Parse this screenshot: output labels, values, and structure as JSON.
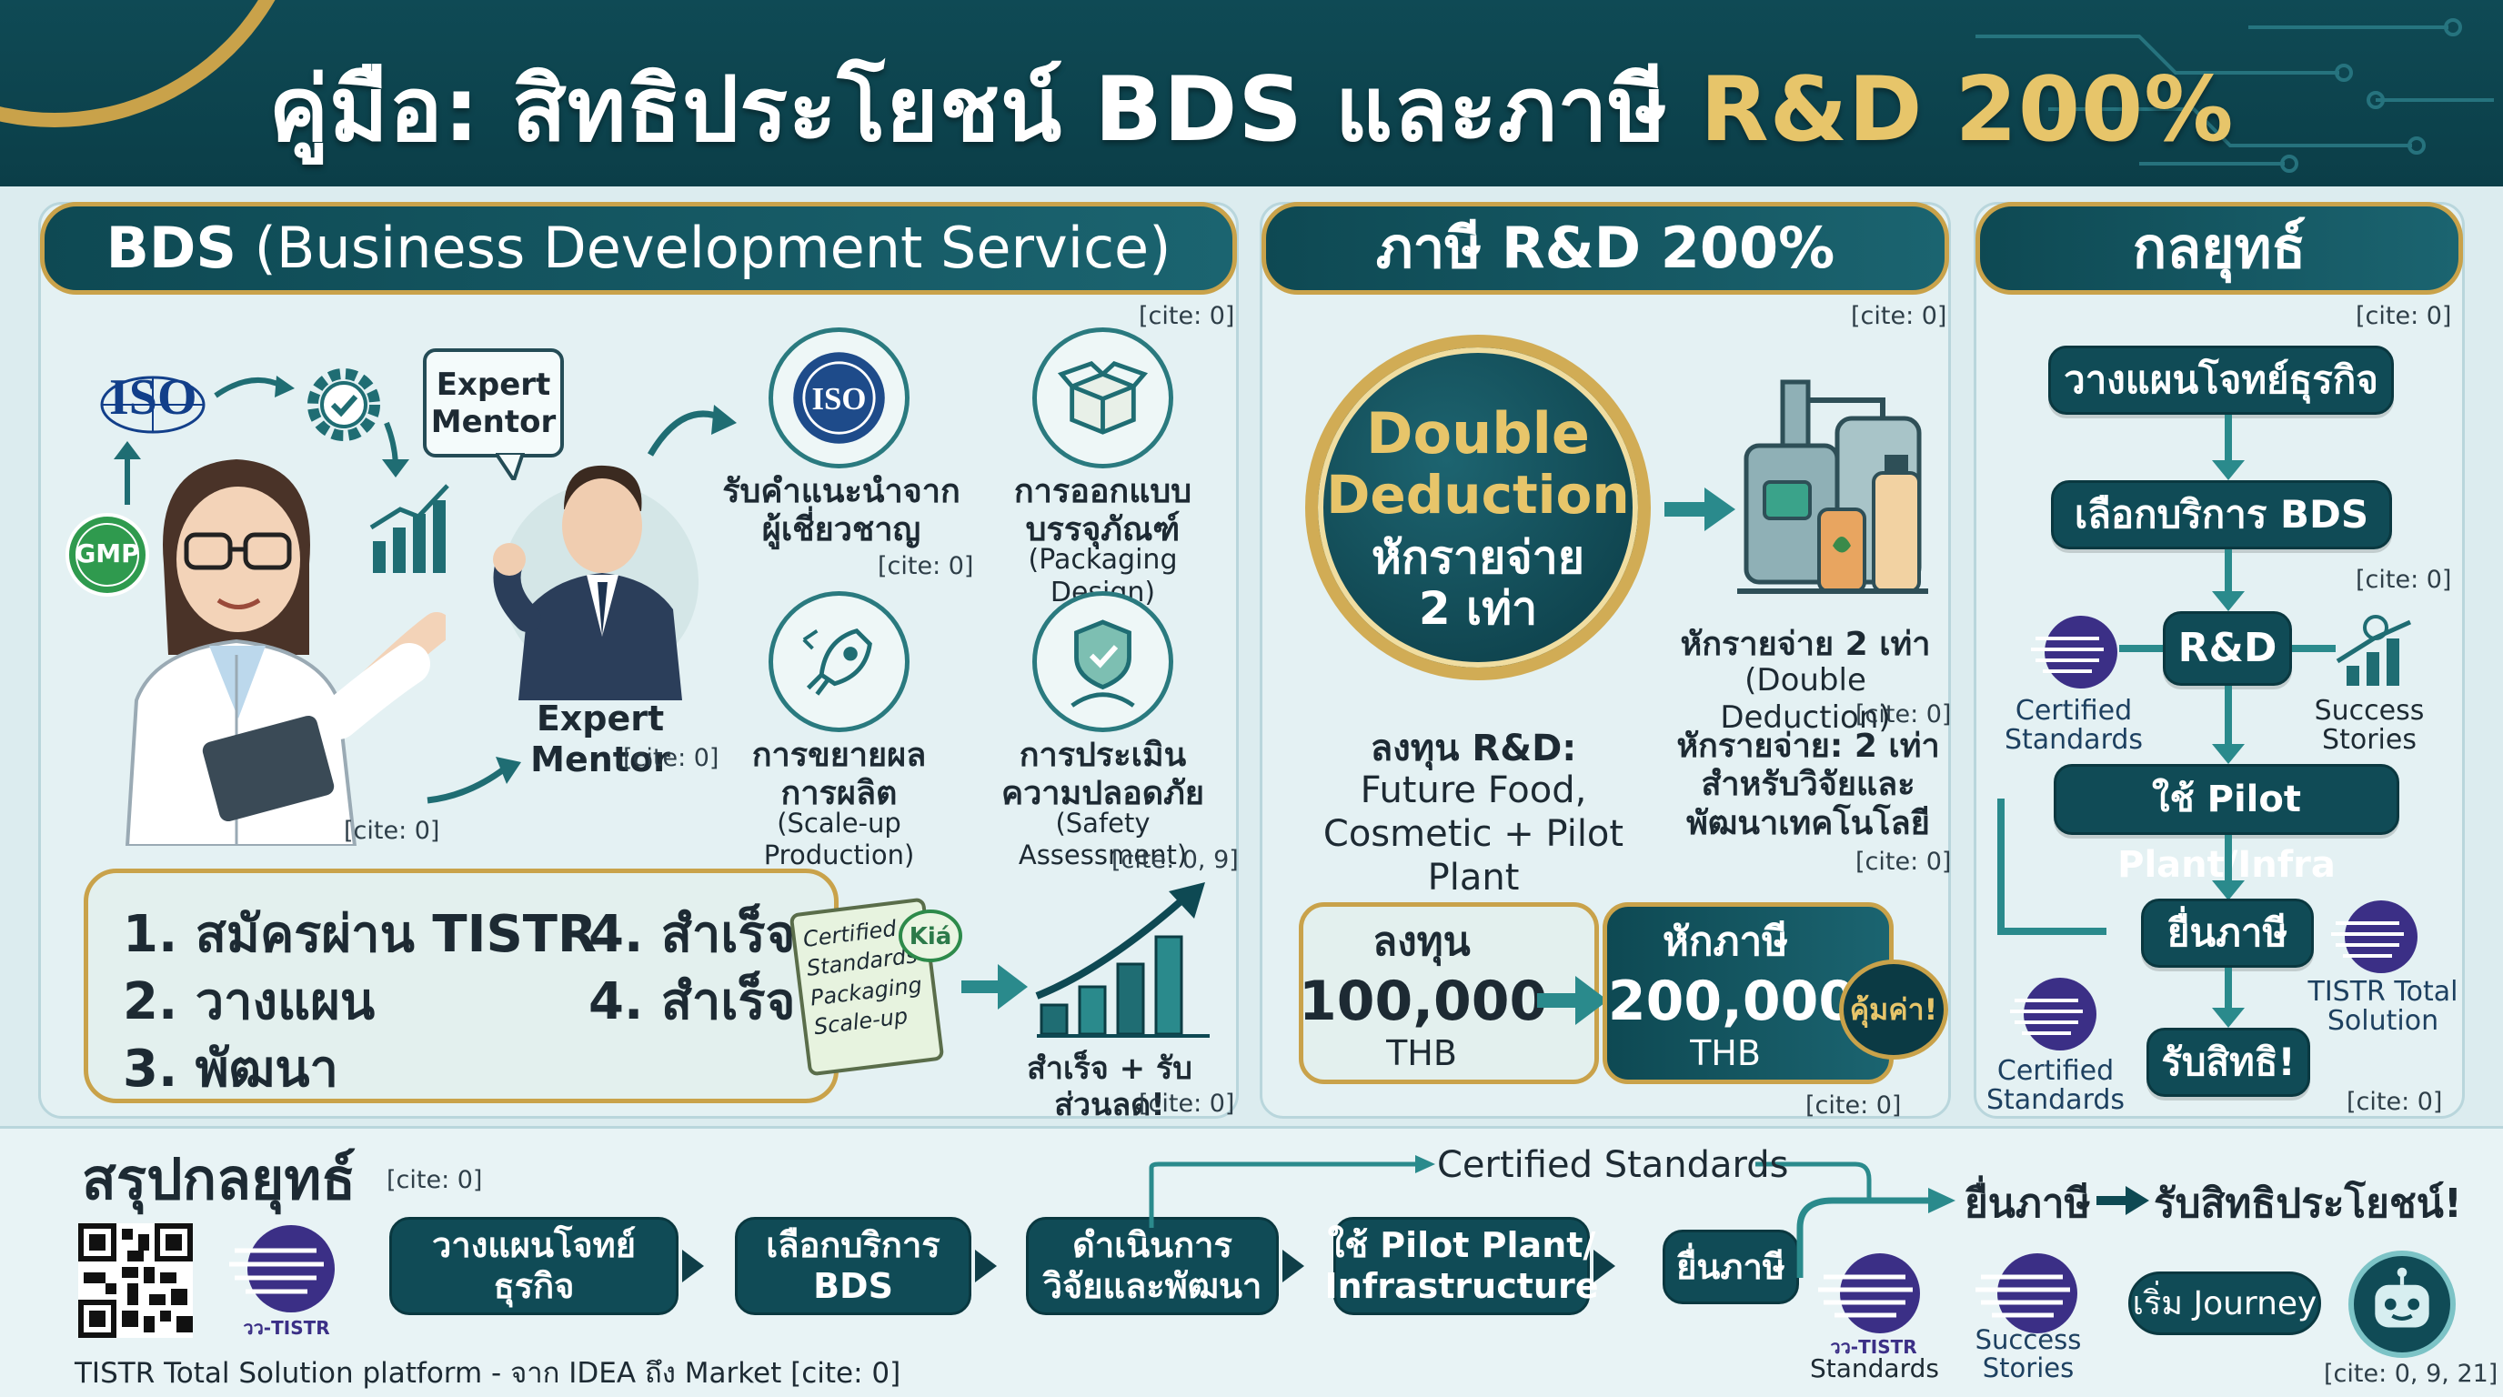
{
  "header": {
    "title_main": "คู่มือ: สิทธิประโยชน์ BDS และภาษี ",
    "title_highlight": "R&D 200%"
  },
  "colors": {
    "teal_dark": "#104b56",
    "gold": "#c9a24a",
    "teal_accent": "#2a8a8c",
    "bg": "#dcecef"
  },
  "bds": {
    "head_bold": "BDS",
    "head_light": " (Business Development Service)",
    "cite_top": "[cite: 0]",
    "iso_label": "ISO",
    "gmp_label": "GMP",
    "bubble": "Expert\nMentor",
    "expert_mentor": "Expert Mentor",
    "expert_cite": "[cite: 0]",
    "scientist_cite": "[cite: 0]",
    "services": [
      {
        "title": "รับคำแนะนำจาก\nผู้เชี่ยวชาญ",
        "sub": "[cite: 0]",
        "icon": "iso-badge-icon"
      },
      {
        "title": "การออกแบบ\nบรรจุภัณฑ์",
        "sub": "(Packaging Design)",
        "icon": "box-icon"
      },
      {
        "title": "การขยายผล\nการผลิต",
        "sub": "(Scale-up Production)",
        "icon": "rocket-icon"
      },
      {
        "title": "การประเมิน\nความปลอดภัย",
        "sub": "(Safety Assessment)",
        "icon": "shield-person-icon"
      }
    ],
    "services_cite": "[cite: 0, 9]",
    "steps": [
      "1. สมัครผ่าน TISTR",
      "2. วางแผน",
      "3. พัฒนา",
      "4. สำเร็จ",
      "4. สำเร็จ"
    ],
    "scroll_lines": [
      "Certified",
      "Standards",
      "Packaging",
      "Scale-up"
    ],
    "scroll_badge": "Kiá",
    "success_text": "สำเร็จ + รับส่วนลด!",
    "success_cite": "[cite: 0]"
  },
  "tax": {
    "head": "ภาษี R&D 200%",
    "cite_top": "[cite: 0]",
    "medal_line1": "Double",
    "medal_line2": "Deduction",
    "medal_line3": "หักรายจ่าย",
    "medal_line4": "2 เท่า",
    "right_title": "หักรายจ่าย 2 เท่า",
    "right_sub": "(Double Deduction)",
    "right_cite": "[cite: 0]",
    "invest_title": "ลงทุน R&D:",
    "invest_sub1": "Future Food,",
    "invest_sub2": "Cosmetic + Pilot Plant",
    "deduct_text": "หักรายจ่าย: 2 เท่า\nสำหรับวิจัยและ\nพัฒนาเทคโนโลยี",
    "deduct_cite": "[cite: 0]",
    "invest_label": "ลงทุน",
    "invest_amount": "100,000",
    "invest_unit": "THB",
    "tax_label": "หักภาษี",
    "tax_amount": "200,000",
    "tax_unit": "THB",
    "worth_badge": "คุ้มค่า!",
    "bottom_cite": "[cite: 0]"
  },
  "strategy": {
    "head": "กลยุทธ์",
    "cite_top": "[cite: 0]",
    "nodes": [
      "วางแผนโจทย์ธุรกิจ",
      "เลือกบริการ BDS",
      "R&D",
      "ใช้ Pilot Plant/Infra",
      "ยื่นภาษี",
      "รับสิทธิ!"
    ],
    "mid_cite": "[cite: 0]",
    "certified_1": "Certified\nStandards",
    "success_stories": "Success\nStories",
    "tistr_total": "TISTR Total\nSolution",
    "certified_2": "Certified\nStandards",
    "bottom_cite": "[cite: 0]"
  },
  "summary": {
    "title": "สรุปกลยุทธ์",
    "title_cite": "[cite: 0]",
    "tistr_text": "วว-TISTR",
    "nodes": [
      "วางแผนโจทย์ธุรกิจ",
      "เลือกบริการ\nBDS",
      "ดำเนินการ\nวิจัยและพัฒนา",
      "ใช้ Pilot Plant/\nInfrastructure",
      "ยื่นภาษี"
    ],
    "certified": "Certified Standards",
    "tax_file": "ยื่นภาษี",
    "receive": "รับสิทธิประโยชน์!",
    "std_label": "Standards",
    "std_logo_text": "วว-TISTR",
    "success_stories": "Success\nStories",
    "journey": "เริ่ม Journey",
    "footer": "TISTR Total Solution platform - จาก IDEA ถึง Market [cite: 0]",
    "footer_cite": "[cite: 0, 9, 21]"
  }
}
